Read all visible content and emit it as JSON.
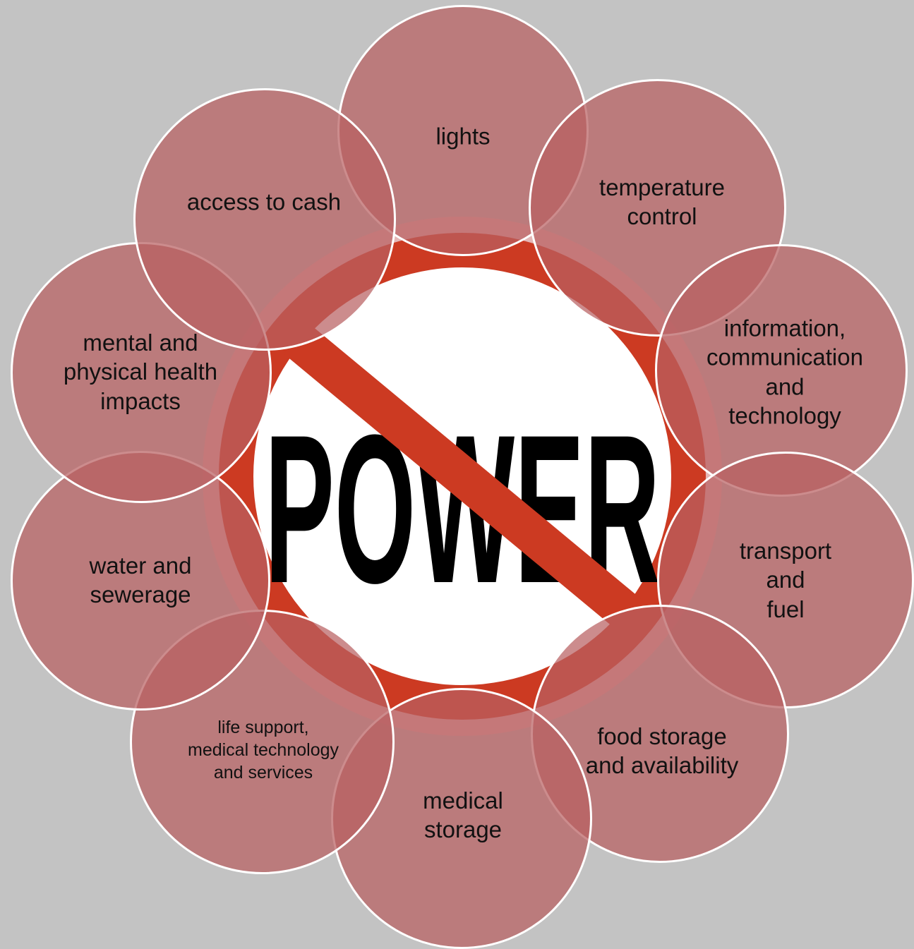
{
  "center": {
    "word": "POWER",
    "sign": "no-sign-icon"
  },
  "petals": [
    {
      "label": "lights"
    },
    {
      "label": "temperature\ncontrol"
    },
    {
      "label": "information,\ncommunication\nand technology"
    },
    {
      "label": "transport and\nfuel"
    },
    {
      "label": "food storage\nand availability"
    },
    {
      "label": "medical\nstorage"
    },
    {
      "label": "life support,\nmedical technology\nand services"
    },
    {
      "label": "water and\nsewerage"
    },
    {
      "label": "mental and\nphysical health\nimpacts"
    },
    {
      "label": "access to cash"
    }
  ],
  "colors": {
    "background": "#c3c3c3",
    "petal_fill": "#b95f61",
    "petal_stroke": "#ffffff",
    "sign_red": "#cc3a22",
    "sign_white": "#ffffff",
    "word": "#000000"
  }
}
